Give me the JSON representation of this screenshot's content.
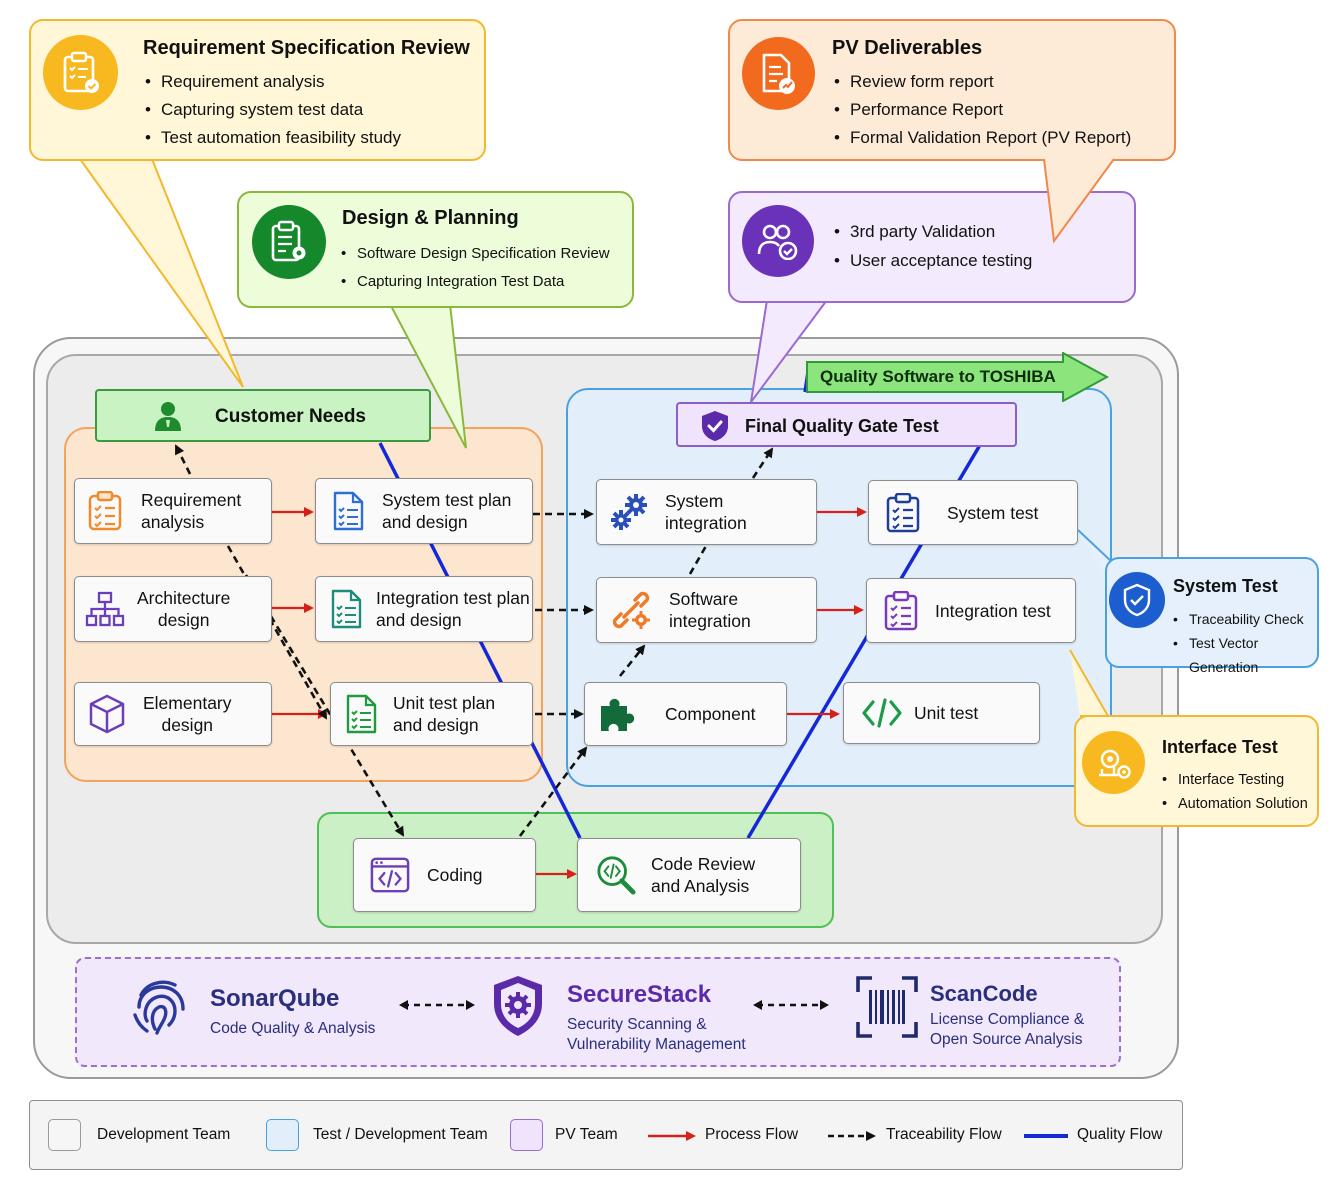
{
  "callouts": {
    "requirement_spec": {
      "title": "Requirement Specification Review",
      "items": [
        "Requirement analysis",
        "Capturing system test data",
        "Test automation feasibility study"
      ]
    },
    "design_planning": {
      "title": "Design & Planning",
      "items": [
        "Software Design Specification Review",
        "Capturing Integration Test Data"
      ]
    },
    "pv_deliverables": {
      "title": "PV Deliverables",
      "items": [
        "Review form report",
        "Performance Report",
        "Formal Validation Report (PV Report)"
      ]
    },
    "validation": {
      "items": [
        "3rd party Validation",
        "User acceptance testing"
      ]
    },
    "system_test": {
      "title": "System Test",
      "items": [
        "Traceability Check",
        "Test Vector Generation"
      ]
    },
    "interface_test": {
      "title": "Interface Test",
      "items": [
        "Interface Testing",
        "Automation Solution"
      ]
    }
  },
  "banners": {
    "customer_needs": "Customer Needs",
    "final_gate": "Final Quality Gate Test",
    "quality_arrow": "Quality Software to TOSHIBA"
  },
  "nodes": {
    "requirement_analysis": "Requirement\nanalysis",
    "architecture_design": "Architecture\ndesign",
    "elementary_design": "Elementary\ndesign",
    "system_test_plan": "System test plan\nand design",
    "integration_test_plan": "Integration test plan\nand design",
    "unit_test_plan": "Unit test plan\nand design",
    "system_integration": "System\nintegration",
    "software_integration": "Software\nintegration",
    "component": "Component",
    "system_test": "System test",
    "integration_test": "Integration test",
    "unit_test": "Unit test",
    "coding": "Coding",
    "code_review": "Code Review\nand Analysis"
  },
  "tools": {
    "sonarqube": {
      "name": "SonarQube",
      "desc": "Code Quality & Analysis"
    },
    "securestack": {
      "name": "SecureStack",
      "desc": "Security Scanning &\nVulnerability Management"
    },
    "scancode": {
      "name": "ScanCode",
      "desc": "License Compliance &\nOpen Source Analysis"
    }
  },
  "legend": {
    "development_team": "Development Team",
    "test_dev_team": "Test / Development Team",
    "pv_team": "PV Team",
    "process_flow": "Process Flow",
    "traceability_flow": "Traceability Flow",
    "quality_flow": "Quality Flow"
  },
  "colors": {
    "process_flow": "#d8201a",
    "traceability_flow": "#111111",
    "quality_flow": "#1428d8",
    "development": "#fde6cf",
    "test_development": "#e2effb",
    "pv": "#efe4fb",
    "coding": "#ccf0c5"
  }
}
